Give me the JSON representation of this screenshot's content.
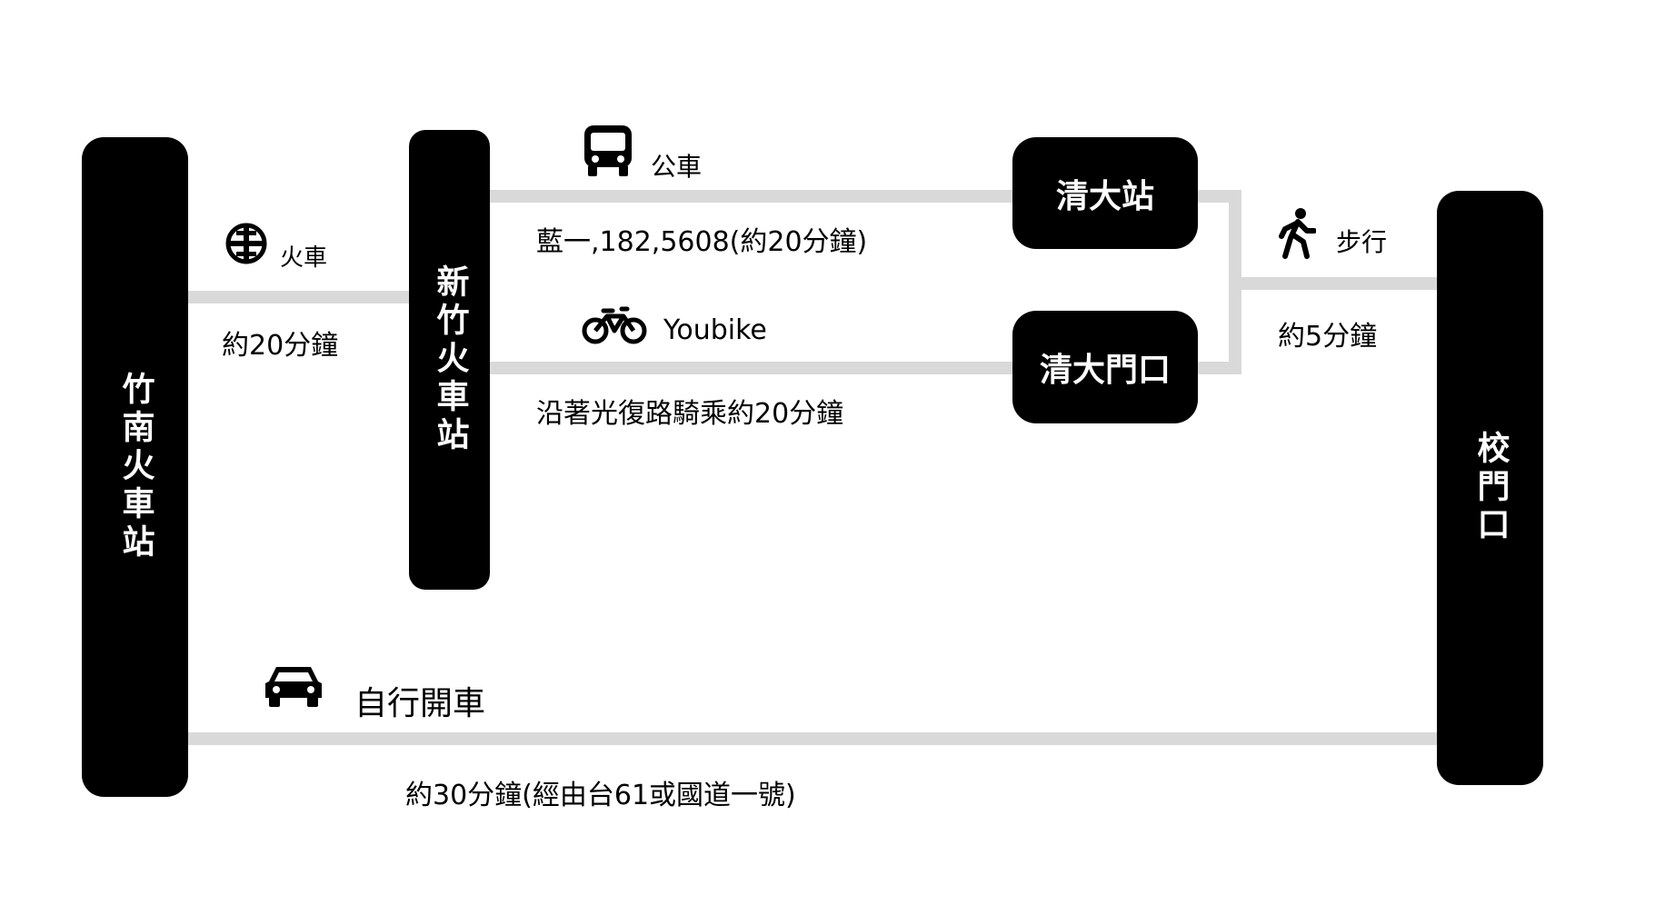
{
  "nodes": {
    "zhunan": "竹南火車站",
    "hsinchu": "新竹火車站",
    "nthu_station": "清大站",
    "nthu_gate": "清大門口",
    "school_gate": "校門口"
  },
  "routes": {
    "train": {
      "mode": "火車",
      "time": "約20分鐘"
    },
    "bus": {
      "mode": "公車",
      "info": "藍一,182,5608(約20分鐘)"
    },
    "youbike": {
      "mode": "Youbike",
      "info": "沿著光復路騎乘約20分鐘"
    },
    "walk": {
      "mode": "步行",
      "time": "約5分鐘"
    },
    "car": {
      "mode": "自行開車",
      "info": "約30分鐘(經由台61或國道一號)"
    }
  },
  "icons": [
    "train-icon",
    "bus-icon",
    "bicycle-icon",
    "walking-icon",
    "car-icon"
  ],
  "colors": {
    "node": "#000000",
    "node_text": "#ffffff",
    "connector": "#d9d9d9",
    "text": "#000000"
  }
}
